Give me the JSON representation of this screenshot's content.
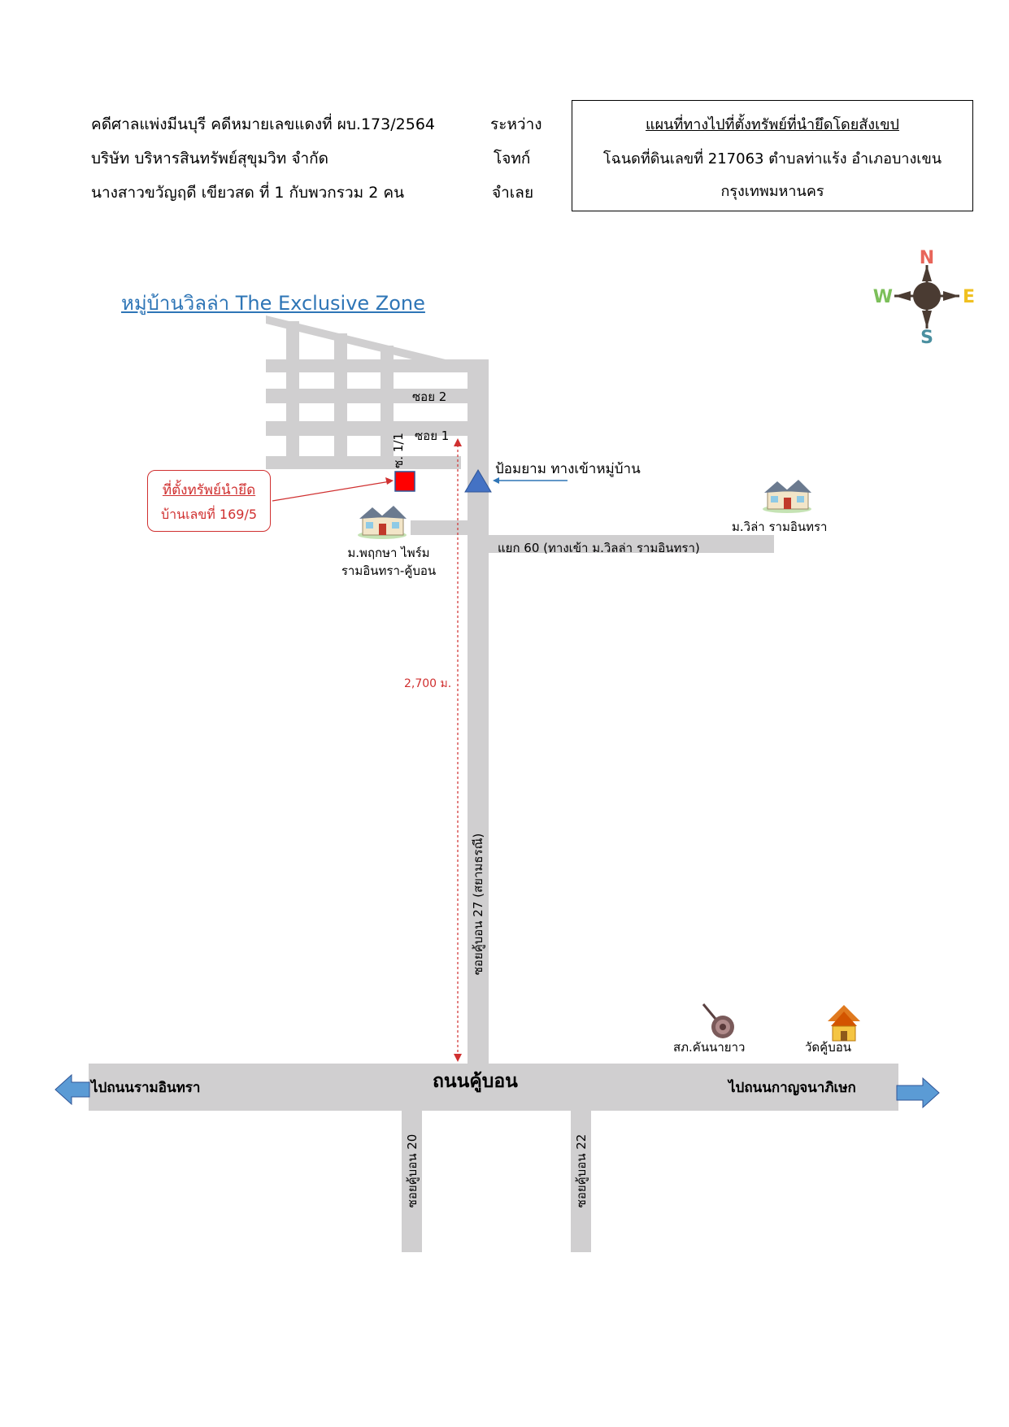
{
  "header": {
    "case_line": "คดีศาลแพ่งมีนบุรี คดีหมายเลขแดงที่ ผบ.173/2564",
    "between_label": "ระหว่าง",
    "plaintiff_name": "บริษัท บริหารสินทรัพย์สุขุมวิท จำกัด",
    "plaintiff_label": "โจทก์",
    "defendant_name": "นางสาวขวัญฤดี  เขียวสด  ที่ 1 กับพวกรวม 2 คน",
    "defendant_label": "จำเลย"
  },
  "title_box": {
    "title": "แผนที่ทางไปที่ตั้งทรัพย์ที่นำยึดโดยสังเขป",
    "deed_line": "โฉนดที่ดินเลขที่ 217063  ตำบลท่าแร้ง อำเภอบางเขน",
    "province": "กรุงเทพมหานคร"
  },
  "compass": {
    "north": "N",
    "south": "S",
    "east": "E",
    "west": "W",
    "colors": {
      "north": "#e8655a",
      "south": "#4a8fa0",
      "east": "#f0c020",
      "west": "#7cbf5a",
      "center": "#4a3b32"
    }
  },
  "map": {
    "village_title": "หมู่บ้านวิลล่า The Exclusive Zone",
    "soi2": "ซอย 2",
    "soi1": "ซอย 1",
    "soi1_1": "ซ. 1/1",
    "guard_post": "ป้อมยาม ทางเข้าหมู่บ้าน",
    "property_title": "ที่ตั้งทรัพย์นำยึด",
    "property_house_no": "บ้านเลขที่ 169/5",
    "village_pruksa_line1": "ม.พฤกษา ไพร์ม",
    "village_pruksa_line2": "รามอินทรา-คู้บอน",
    "village_villa": "ม.วิล่า รามอินทรา",
    "junction60": "แยก 60 (ทางเข้า ม.วิลล่า รามอินทรา)",
    "distance": "2,700 ม.",
    "soi27": "ซอยคู้บอน 27 (สยามธรณี)",
    "main_road": "ถนนคู้บอน",
    "to_ramintra": "ไปถนนรามอินทรา",
    "to_kanchana": "ไปถนนกาญจนาภิเษก",
    "police": "สภ.คันนายาว",
    "temple": "วัดคู้บอน",
    "soi20": "ซอยคู้บอน 20",
    "soi22": "ซอยคู้บอน 22",
    "colors": {
      "road": "#d0cfd0",
      "property": "#ff0000",
      "accent_red": "#d03030",
      "link_blue": "#2e75b6",
      "arrow_blue": "#5b9bd5"
    }
  }
}
